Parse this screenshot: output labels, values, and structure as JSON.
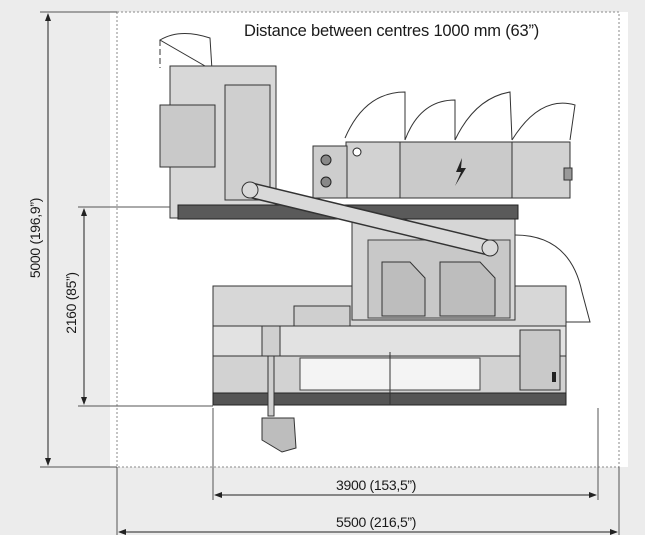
{
  "diagram": {
    "title": "Distance between centres 1000 mm (63”)",
    "dimensions": {
      "width_inner": "3900 (153,5”)",
      "width_outer": "5500 (216,5”)",
      "height_total": "5000 (196,9”)",
      "height_inner": "2160 (85”)"
    },
    "colors": {
      "background": "#ececec",
      "plan_area": "#ffffff",
      "machine_fill": "#d4d4d4",
      "machine_dark": "#5a5a5a",
      "line": "#2a2a2a"
    },
    "icons": [
      "lightning-icon",
      "warning-icon"
    ]
  }
}
